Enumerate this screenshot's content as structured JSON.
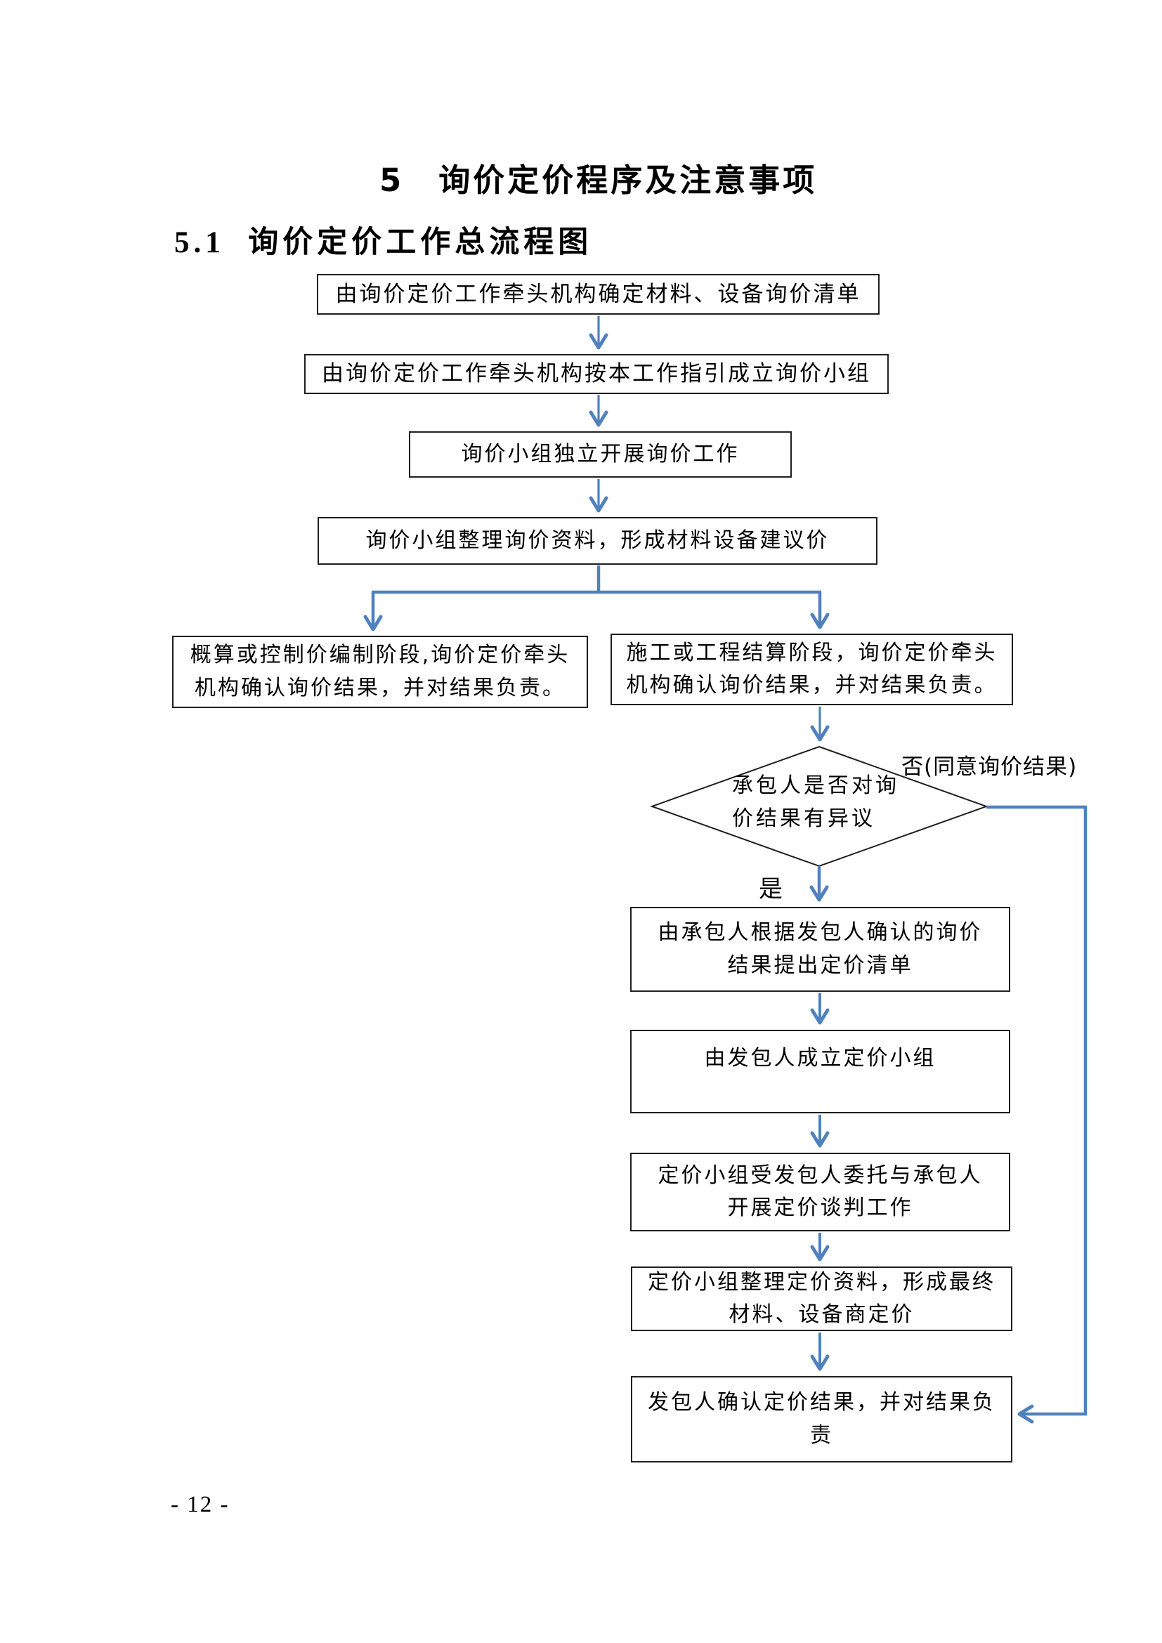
{
  "document": {
    "chapter_title": "5　询价定价程序及注意事项",
    "section_heading": "5.1  询价定价工作总流程图",
    "page_number": "- 12 -"
  },
  "flowchart": {
    "boxes": {
      "b1": "由询价定价工作牵头机构确定材料、设备询价清单",
      "b2": "由询价定价工作牵头机构按本工作指引成立询价小组",
      "b3": "询价小组独立开展询价工作",
      "b4": "询价小组整理询价资料，形成材料设备建议价",
      "left_branch": "概算或控制价编制阶段,询价定价牵头\n机构确认询价结果，并对结果负责。",
      "right_branch": "施工或工程结算阶段，询价定价牵头\n机构确认询价结果，并对结果负责。",
      "r1": "由承包人根据发包人确认的询价\n结果提出定价清单",
      "r2": "由发包人成立定价小组",
      "r3": "定价小组受发包人委托与承包人\n开展定价谈判工作",
      "r4": "定价小组整理定价资料，形成最终\n材料、设备商定价",
      "r5": "发包人确认定价结果，并对结果负\n责"
    },
    "decision": "承包人是否对询\n价结果有异议",
    "branch_labels": {
      "no": "否(同意询价结果)",
      "yes": "是"
    },
    "colors": {
      "arrow": "#4f81bd",
      "line": "#1f1f1f"
    }
  }
}
